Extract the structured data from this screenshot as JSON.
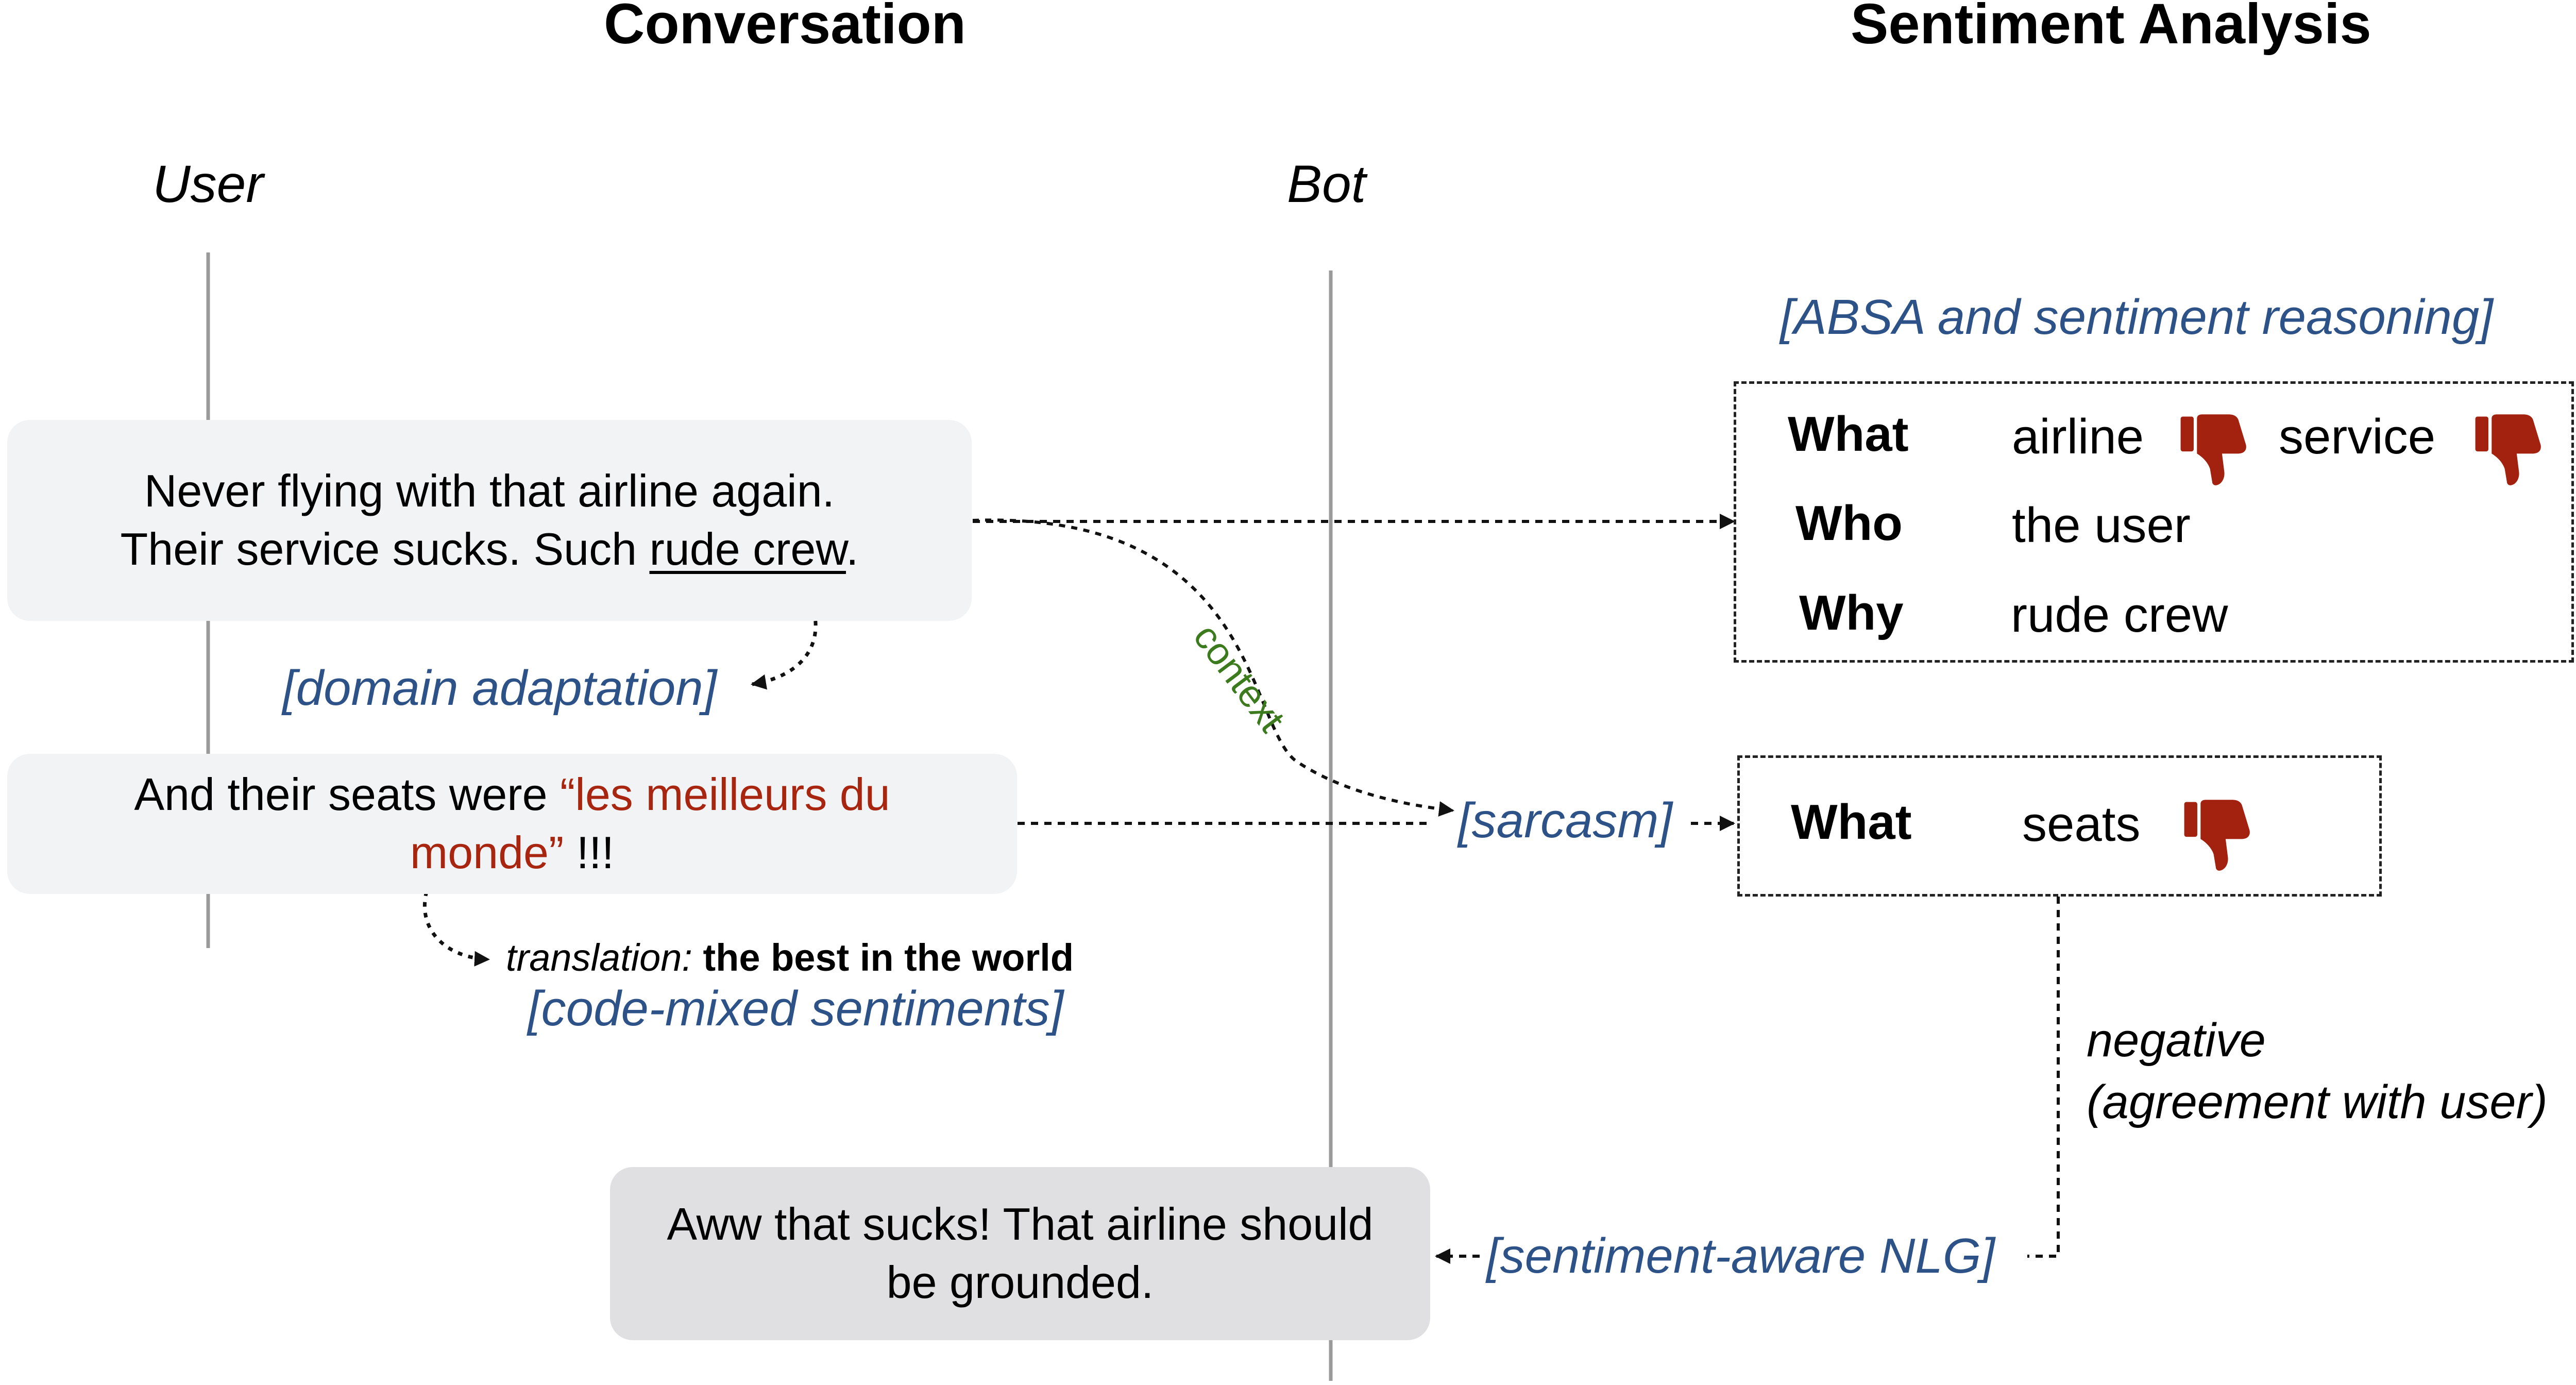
{
  "headings": {
    "conversation": "Conversation",
    "sentiment_analysis": "Sentiment Analysis"
  },
  "lanes": {
    "user": "User",
    "bot": "Bot"
  },
  "messages": {
    "user_1": {
      "line1": "Never flying with that airline again.",
      "line2_pre": "Their service sucks. Such ",
      "line2_underlined": "rude crew",
      "line2_post": "."
    },
    "user_2": {
      "pre": "And their seats were ",
      "foreign_part1": "“les meilleurs du",
      "foreign_part2": "monde”",
      "post": " !!!"
    },
    "bot_1": {
      "line1": "Aww that sucks! That airline should",
      "line2": "be grounded."
    }
  },
  "tags": {
    "domain_adaptation": "[domain adaptation]",
    "code_mixed": "[code-mixed sentiments]",
    "sarcasm": "[sarcasm]",
    "absa": "[ABSA and sentiment reasoning]",
    "nlg": "[sentiment-aware NLG]"
  },
  "translation": {
    "label": "translation:",
    "text": " the best in the world"
  },
  "context_label": "context",
  "absa_box": {
    "what_label": "What",
    "what_aspects": [
      "airline",
      "service"
    ],
    "who_label": "Who",
    "who_value": "the user",
    "why_label": "Why",
    "why_value": "rude crew"
  },
  "sarcasm_box": {
    "what_label": "What",
    "aspect": "seats"
  },
  "negative_note": {
    "line1": "negative",
    "line2": "(agreement with user)"
  },
  "icons": {
    "sentiment": "thumbs-down-icon"
  },
  "colors": {
    "tag_blue": "#2d5287",
    "foreign_red": "#a8260f",
    "thumb_red": "#a3220f",
    "context_green": "#3c7a1e",
    "user_bubble": "#f2f3f5",
    "bot_bubble": "#e0e0e2"
  }
}
